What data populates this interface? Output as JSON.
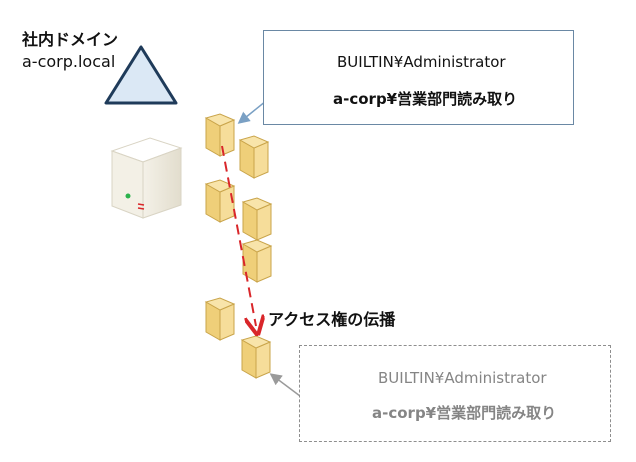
{
  "domain": {
    "title": "社内ドメイン",
    "name": "a-corp.local"
  },
  "acl_top": {
    "entries": [
      {
        "account": "BUILTIN¥Administrator",
        "icon": "single-user-icon"
      },
      {
        "account": "a-corp¥営業部門読み取り",
        "icon": "user-group-icon"
      }
    ]
  },
  "acl_bottom": {
    "entries": [
      {
        "account": "BUILTIN¥Administrator",
        "icon": "single-user-icon"
      },
      {
        "account": "a-corp¥営業部門読み取り",
        "icon": "user-group-icon"
      }
    ]
  },
  "propagation": {
    "label": "アクセス権の伝播"
  },
  "colors": {
    "triangle_fill": "#dbe8f5",
    "triangle_stroke": "#1f3b5a",
    "user_active": "#8fb3d9",
    "user_inactive": "#c8c8c8",
    "folder_fill": "#f3d78a",
    "folder_stroke": "#c9a44a",
    "arrow_red": "#d9262a",
    "callout_line": "#7aa0c4",
    "callout_line_dim": "#9a9a9a"
  }
}
